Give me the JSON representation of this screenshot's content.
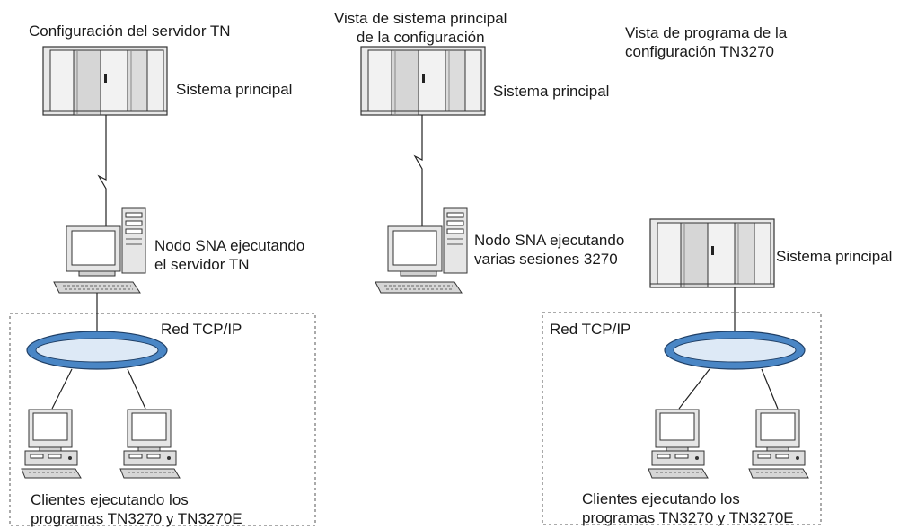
{
  "left": {
    "title": "Configuración del servidor TN",
    "host_label": "Sistema principal",
    "node_label": [
      "Nodo SNA ejecutando",
      "el servidor TN"
    ],
    "network_label": "Red TCP/IP",
    "clients_label": [
      "Clientes ejecutando los",
      "programas TN3270 y TN3270E"
    ]
  },
  "middle": {
    "title": [
      "Vista de sistema principal",
      "de la configuración"
    ],
    "host_label": "Sistema principal",
    "node_label": [
      "Nodo SNA ejecutando",
      "varias sesiones 3270"
    ]
  },
  "right": {
    "title": [
      "Vista de programa de la",
      "configuración TN3270"
    ],
    "host_label": "Sistema principal",
    "network_label": "Red TCP/IP",
    "clients_label": [
      "Clientes ejecutando los",
      "programas TN3270 y TN3270E"
    ]
  },
  "colors": {
    "ring_fill": "#4a86c5",
    "ring_hole": "#dde9f6",
    "device_fill": "#e4e4e4",
    "line": "#222222"
  }
}
